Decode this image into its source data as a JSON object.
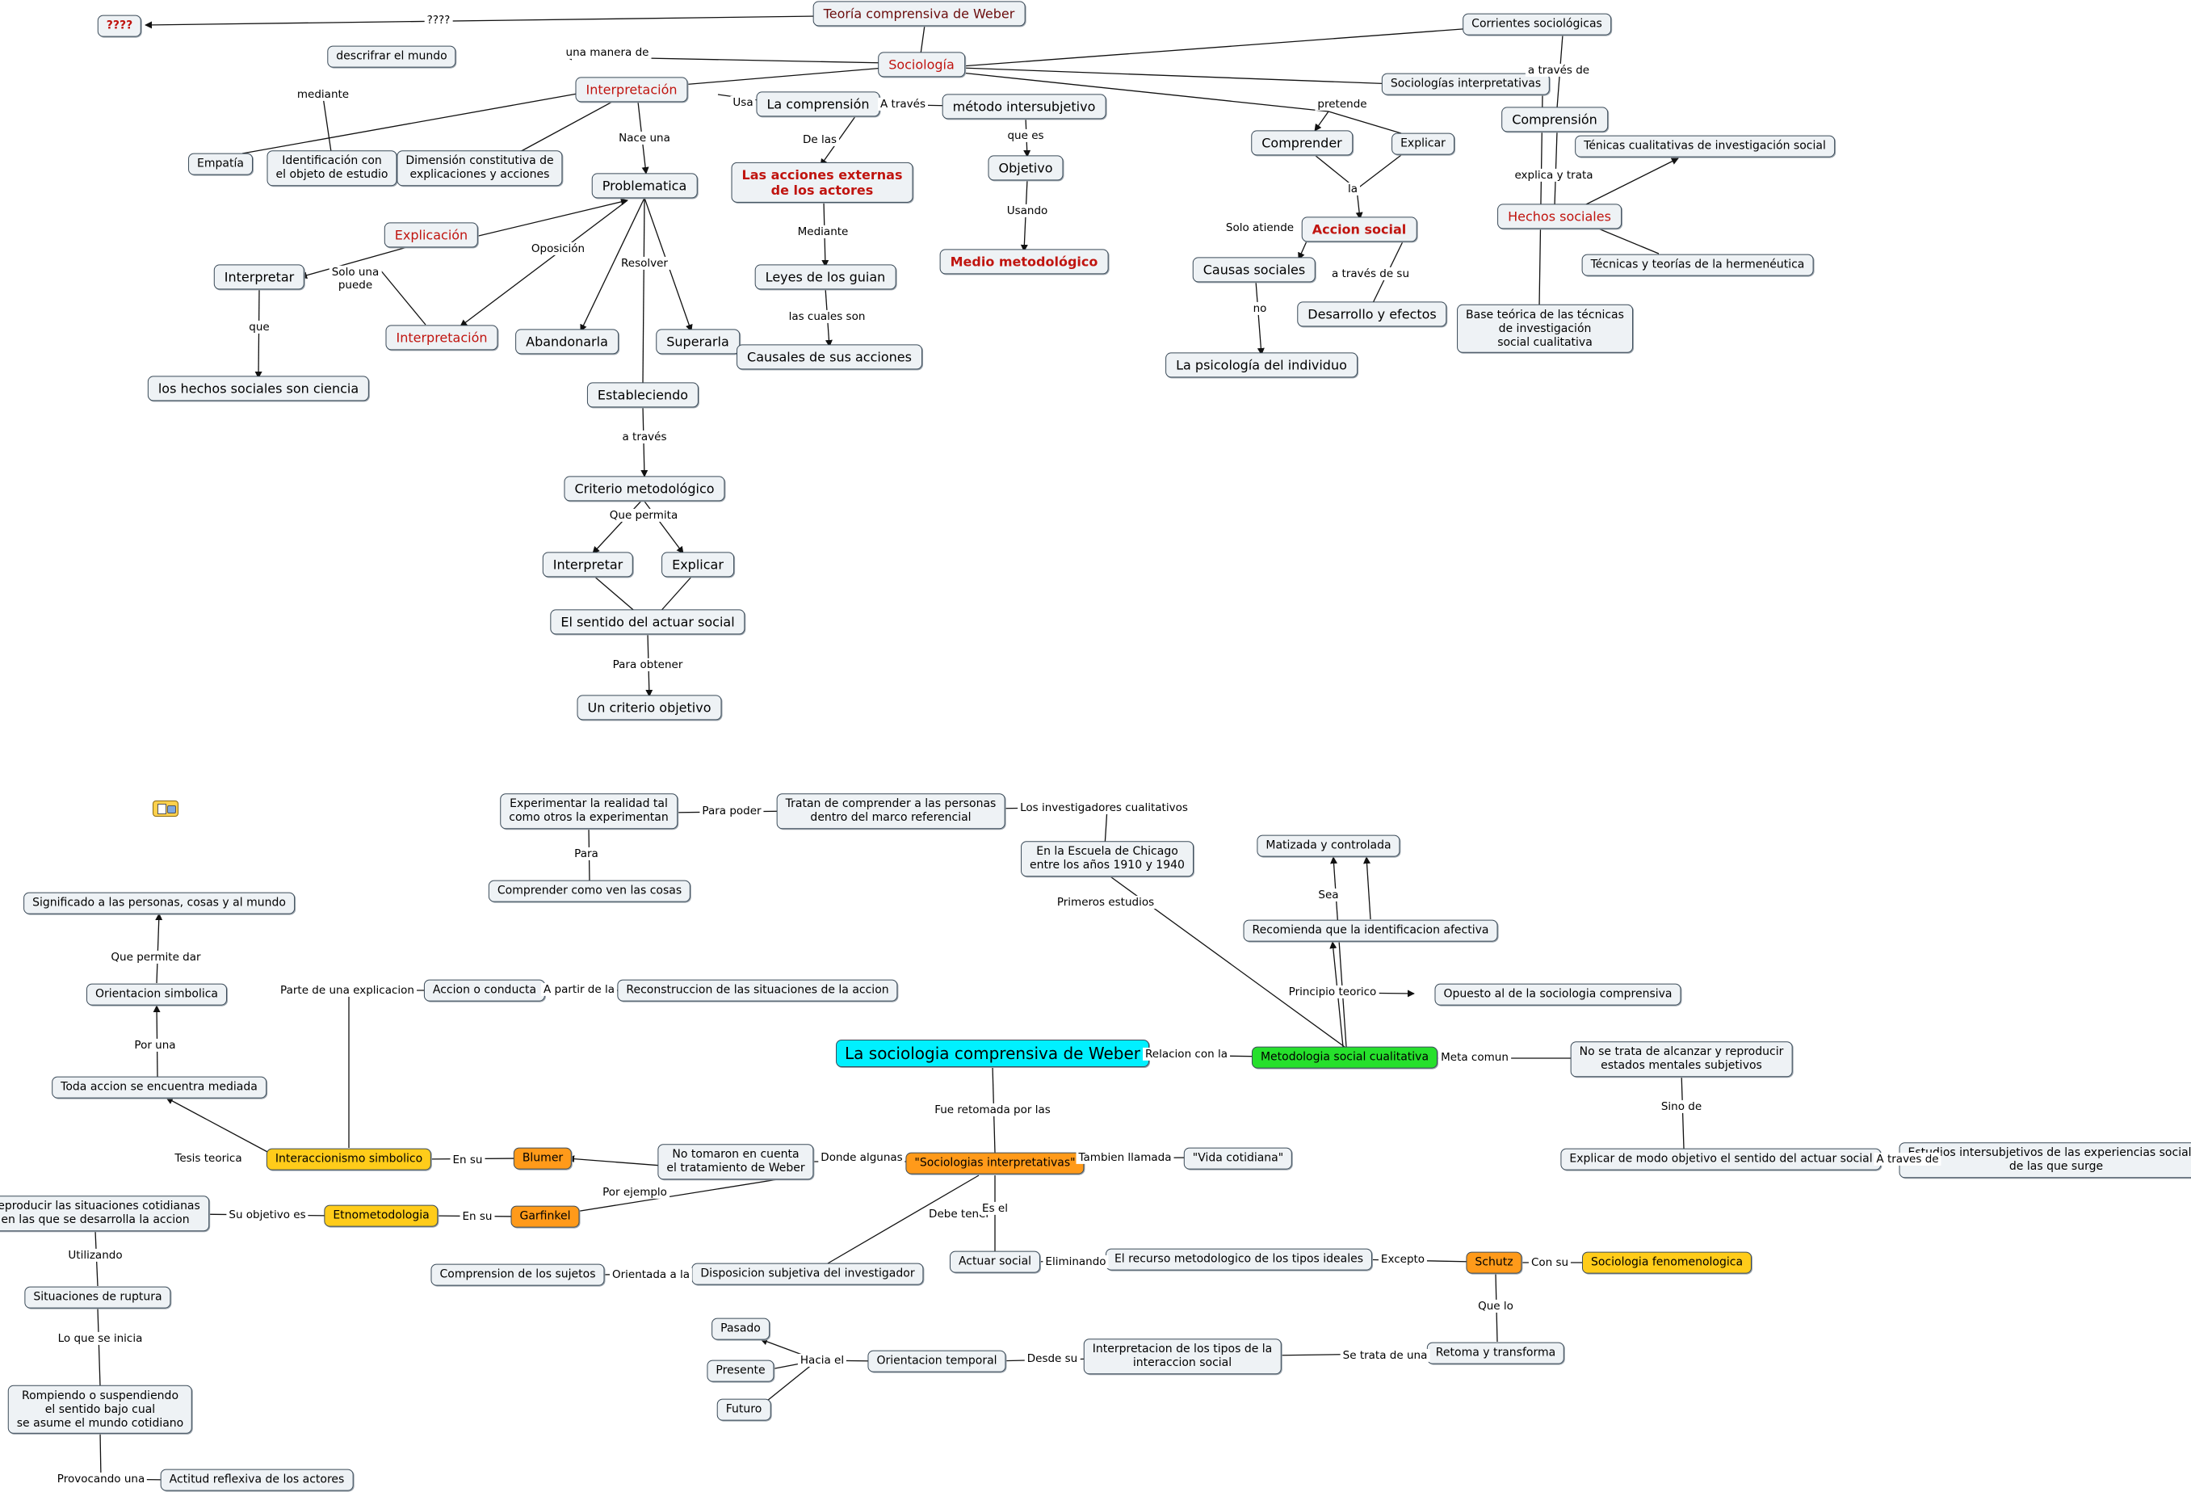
{
  "nodes": [
    {
      "id": "weber",
      "text": "Teoría comprensiva de Weber",
      "style": "big",
      "color": "#6b0d0d"
    },
    {
      "id": "q4",
      "text": "????",
      "style": "red bold"
    },
    {
      "id": "desc",
      "text": "descrifrar el mundo"
    },
    {
      "id": "soc",
      "text": "Sociología",
      "style": "big red"
    },
    {
      "id": "corr",
      "text": "Corrientes sociológicas"
    },
    {
      "id": "socint",
      "text": "Sociologías interpretativas"
    },
    {
      "id": "interp1",
      "text": "Interpretación",
      "style": "big red"
    },
    {
      "id": "compr",
      "text": "La comprensión",
      "style": "big"
    },
    {
      "id": "metint",
      "text": "método intersubjetivo",
      "style": "big"
    },
    {
      "id": "comprend",
      "text": "Comprender",
      "style": "big"
    },
    {
      "id": "explicar1",
      "text": "Explicar"
    },
    {
      "id": "comprension",
      "text": "Comprensión",
      "style": "big"
    },
    {
      "id": "tecn",
      "text": "Ténicas cualitativas de investigación social"
    },
    {
      "id": "empatia",
      "text": "Empatía"
    },
    {
      "id": "ident",
      "text": "Identificación con\nel objeto de estudio"
    },
    {
      "id": "dimens",
      "text": "Dimensión constitutiva de\nexplicaciones y acciones"
    },
    {
      "id": "problem",
      "text": "Problematica",
      "style": "big"
    },
    {
      "id": "acciones",
      "text": "Las acciones externas\nde los actores",
      "style": "big red bold"
    },
    {
      "id": "objetivo",
      "text": "Objetivo",
      "style": "big"
    },
    {
      "id": "hechos",
      "text": "Hechos sociales",
      "style": "big red"
    },
    {
      "id": "explicacion",
      "text": "Explicación",
      "style": "big red"
    },
    {
      "id": "accsoc",
      "text": "Accion social",
      "style": "big red bold"
    },
    {
      "id": "causas",
      "text": "Causas sociales",
      "style": "big"
    },
    {
      "id": "techerm",
      "text": "Técnicas y teorías de la hermenéutica"
    },
    {
      "id": "interpretar1",
      "text": "Interpretar",
      "style": "big"
    },
    {
      "id": "medio",
      "text": "Medio metodológico",
      "style": "big red bold"
    },
    {
      "id": "leyes",
      "text": "Leyes de los guian",
      "style": "big"
    },
    {
      "id": "interp2",
      "text": "Interpretación",
      "style": "big red"
    },
    {
      "id": "abandon",
      "text": "Abandonarla",
      "style": "big"
    },
    {
      "id": "super",
      "text": "Superarla",
      "style": "big"
    },
    {
      "id": "desarr",
      "text": "Desarrollo y efectos",
      "style": "big"
    },
    {
      "id": "base",
      "text": "Base teórica de las técnicas\nde investigación\nsocial cualitativa"
    },
    {
      "id": "causales",
      "text": "Causales de sus acciones",
      "style": "big"
    },
    {
      "id": "psico",
      "text": "La psicología del individuo",
      "style": "big"
    },
    {
      "id": "hechcien",
      "text": "los hechos sociales son ciencia",
      "style": "big"
    },
    {
      "id": "estab",
      "text": "Estableciendo",
      "style": "big"
    },
    {
      "id": "criterio",
      "text": "Criterio metodológico",
      "style": "big"
    },
    {
      "id": "interpretar2",
      "text": "Interpretar",
      "style": "big"
    },
    {
      "id": "explicar2",
      "text": "Explicar",
      "style": "big"
    },
    {
      "id": "sentido",
      "text": "El sentido del actuar social",
      "style": "big"
    },
    {
      "id": "uncrit",
      "text": "Un criterio objetivo",
      "style": "big"
    },
    {
      "id": "experim",
      "text": "Experimentar la realidad tal\ncomo otros la experimentan"
    },
    {
      "id": "tratan",
      "text": "Tratan de comprender a las personas\ndentro del marco referencial"
    },
    {
      "id": "chicago",
      "text": "En la Escuela de Chicago\nentre los años 1910 y 1940"
    },
    {
      "id": "matiz",
      "text": "Matizada y controlada"
    },
    {
      "id": "compven",
      "text": "Comprender como ven las cosas"
    },
    {
      "id": "signif",
      "text": "Significado a las personas, cosas y al mundo"
    },
    {
      "id": "recom",
      "text": "Recomienda que la identificacion afectiva"
    },
    {
      "id": "orsimb",
      "text": "Orientacion simbolica"
    },
    {
      "id": "accond",
      "text": "Accion o conducta"
    },
    {
      "id": "recons",
      "text": "Reconstruccion de las situaciones de la accion"
    },
    {
      "id": "opuesto",
      "text": "Opuesto al de la sociologia comprensiva"
    },
    {
      "id": "sociocomp",
      "text": "La sociologia comprensiva de Weber",
      "style": "cyan"
    },
    {
      "id": "metsoc",
      "text": "Metodologia social cualitativa",
      "style": "green"
    },
    {
      "id": "noalc",
      "text": "No se trata de alcanzar y reproducir\nestados mentales subjetivos"
    },
    {
      "id": "toda",
      "text": "Toda accion se encuentra mediada"
    },
    {
      "id": "explmod",
      "text": "Explicar de modo objetivo el sentido del actuar social"
    },
    {
      "id": "estint",
      "text": "Estudios intersubjetivos de las experiencias sociales\nde las que surge"
    },
    {
      "id": "vidacot",
      "text": "\"Vida cotidiana\""
    },
    {
      "id": "intsim",
      "text": "Interaccionismo simbolico",
      "style": "yellow"
    },
    {
      "id": "blumer",
      "text": "Blumer",
      "style": "orange"
    },
    {
      "id": "notom",
      "text": "No tomaron en cuenta\nel tratamiento de Weber"
    },
    {
      "id": "socint2",
      "text": "\"Sociologias interpretativas\"",
      "style": "orange"
    },
    {
      "id": "reprod",
      "text": "Reproducir las situaciones cotidianas\nen las que se desarrolla la accion"
    },
    {
      "id": "etno",
      "text": "Etnometodologia",
      "style": "yellow"
    },
    {
      "id": "garf",
      "text": "Garfinkel",
      "style": "orange"
    },
    {
      "id": "actsoc",
      "text": "Actuar social"
    },
    {
      "id": "recurso",
      "text": "El recurso metodologico de los tipos ideales"
    },
    {
      "id": "schutz",
      "text": "Schutz",
      "style": "orange"
    },
    {
      "id": "socfen",
      "text": "Sociologia fenomenologica",
      "style": "yellow"
    },
    {
      "id": "comprsuj",
      "text": "Comprension de los sujetos"
    },
    {
      "id": "dispos",
      "text": "Disposicion subjetiva del investigador"
    },
    {
      "id": "situac",
      "text": "Situaciones de ruptura"
    },
    {
      "id": "pasado",
      "text": "Pasado"
    },
    {
      "id": "intertipos",
      "text": "Interpretacion de los tipos de la\ninteraccion social"
    },
    {
      "id": "orient",
      "text": "Orientacion temporal"
    },
    {
      "id": "retoma",
      "text": "Retoma y transforma"
    },
    {
      "id": "presente",
      "text": "Presente"
    },
    {
      "id": "futuro",
      "text": "Futuro"
    },
    {
      "id": "rompiendo",
      "text": "Rompiendo o suspendiendo\nel sentido bajo cual\nse asume el mundo cotidiano"
    },
    {
      "id": "actitud",
      "text": "Actitud reflexiva de los actores"
    }
  ],
  "labels": [
    {
      "id": "l1",
      "text": "????"
    },
    {
      "id": "l2",
      "text": "una manera de"
    },
    {
      "id": "l3",
      "text": "a través de"
    },
    {
      "id": "l4",
      "text": "mediante"
    },
    {
      "id": "l5",
      "text": "Usa"
    },
    {
      "id": "l6",
      "text": "A través"
    },
    {
      "id": "l7",
      "text": "pretende"
    },
    {
      "id": "l8",
      "text": "Nace una"
    },
    {
      "id": "l9",
      "text": "De las"
    },
    {
      "id": "l10",
      "text": "que es"
    },
    {
      "id": "l11",
      "text": "explica y trata"
    },
    {
      "id": "l12",
      "text": "la"
    },
    {
      "id": "l13",
      "text": "Usando"
    },
    {
      "id": "l14",
      "text": "Solo atiende"
    },
    {
      "id": "l15",
      "text": "Mediante"
    },
    {
      "id": "l16",
      "text": "Oposición"
    },
    {
      "id": "l17",
      "text": "Resolver"
    },
    {
      "id": "l18",
      "text": "Solo una\npuede"
    },
    {
      "id": "l19",
      "text": "a través de su"
    },
    {
      "id": "l20",
      "text": "no"
    },
    {
      "id": "l21",
      "text": "que"
    },
    {
      "id": "l22",
      "text": "las cuales son"
    },
    {
      "id": "l23",
      "text": "a través"
    },
    {
      "id": "l24",
      "text": "Que permita"
    },
    {
      "id": "l25",
      "text": "Para obtener"
    },
    {
      "id": "l26",
      "text": "Para poder"
    },
    {
      "id": "l27",
      "text": "Los investigadores cualitativos"
    },
    {
      "id": "l28",
      "text": "Para"
    },
    {
      "id": "l29",
      "text": "Primeros estudios"
    },
    {
      "id": "l30",
      "text": "Sea"
    },
    {
      "id": "l31",
      "text": "Que permite dar"
    },
    {
      "id": "l32",
      "text": "Parte de una explicacion"
    },
    {
      "id": "l33",
      "text": "A partir de la"
    },
    {
      "id": "l34",
      "text": "Principio teorico"
    },
    {
      "id": "l35",
      "text": "Por una"
    },
    {
      "id": "l36",
      "text": "Relacion con la"
    },
    {
      "id": "l37",
      "text": "Meta comun"
    },
    {
      "id": "l38",
      "text": "Fue retomada por las"
    },
    {
      "id": "l39",
      "text": "Sino de"
    },
    {
      "id": "l40",
      "text": "Tesis teorica"
    },
    {
      "id": "l41",
      "text": "En su"
    },
    {
      "id": "l42",
      "text": "Donde algunas"
    },
    {
      "id": "l43",
      "text": "Tambien llamada"
    },
    {
      "id": "l44",
      "text": "A traves de"
    },
    {
      "id": "l45",
      "text": "Por ejemplo"
    },
    {
      "id": "l46",
      "text": "Su objetivo es"
    },
    {
      "id": "l47",
      "text": "En su"
    },
    {
      "id": "l48",
      "text": "Debe tener"
    },
    {
      "id": "l49",
      "text": "Es el"
    },
    {
      "id": "l50",
      "text": "Utilizando"
    },
    {
      "id": "l51",
      "text": "Eliminando"
    },
    {
      "id": "l52",
      "text": "Excepto"
    },
    {
      "id": "l53",
      "text": "Con su"
    },
    {
      "id": "l54",
      "text": "Orientada a la"
    },
    {
      "id": "l55",
      "text": "Que lo"
    },
    {
      "id": "l56",
      "text": "Lo que se inicia"
    },
    {
      "id": "l57",
      "text": "Hacia el"
    },
    {
      "id": "l58",
      "text": "Desde su"
    },
    {
      "id": "l59",
      "text": "Se trata de una"
    },
    {
      "id": "l60",
      "text": "Provocando una"
    }
  ],
  "colors": {
    "edge": "#111111",
    "node_border": "#3b4b59",
    "node_fill": "#eef2f5"
  }
}
